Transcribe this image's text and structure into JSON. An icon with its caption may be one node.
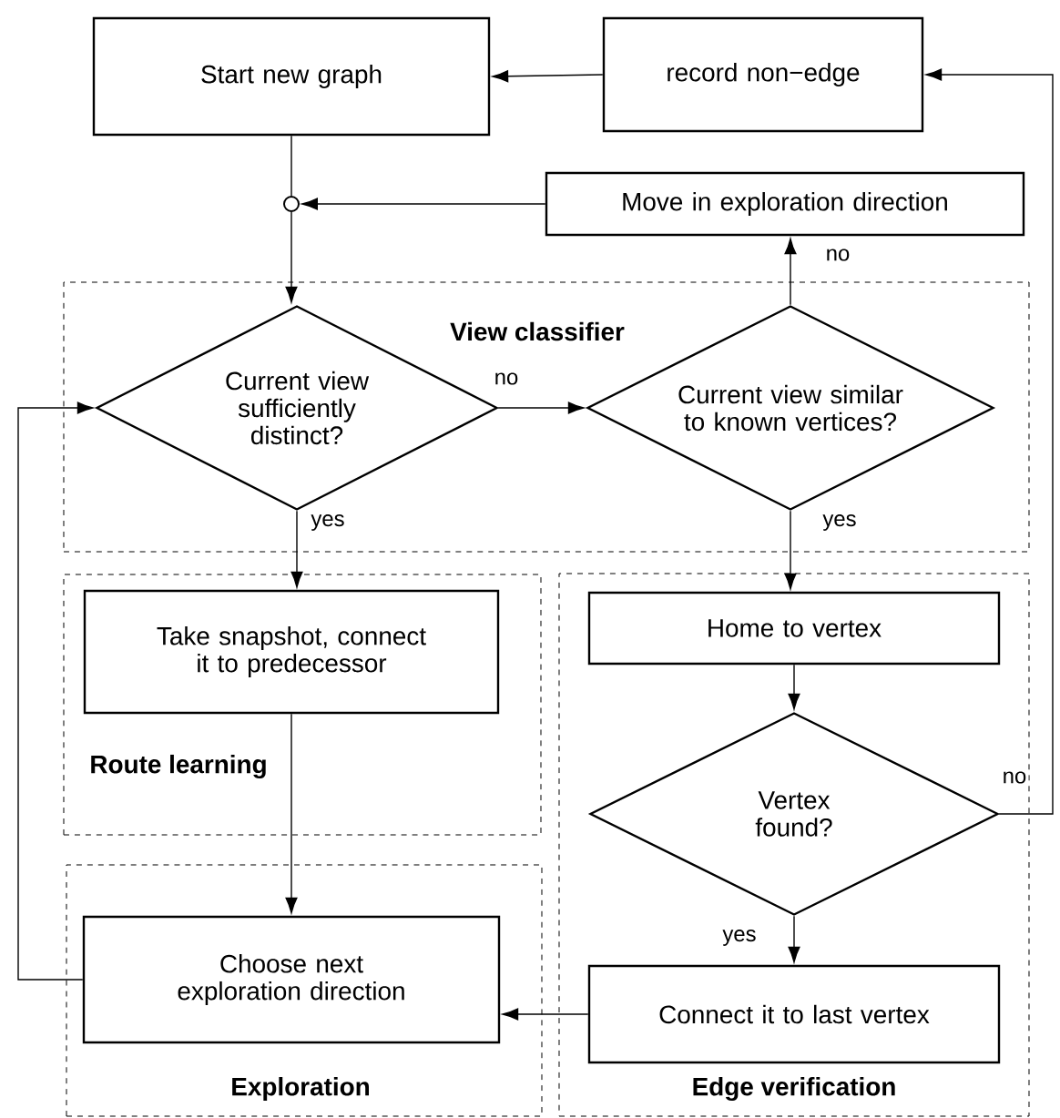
{
  "diagram": {
    "nodes": [
      {
        "text": [
          "Start new graph"
        ]
      },
      {
        "text": [
          "record non−edge"
        ]
      },
      {
        "text": [],
        "shape": "circle"
      },
      {
        "text": [
          "Move in exploration direction"
        ]
      },
      {
        "text": [
          "View classifier"
        ]
      },
      {
        "text": [
          "Current view sufficiently distinct?"
        ],
        "in": 4
      },
      {
        "text": [
          "Current view similar to known vertices?"
        ],
        "in": 4
      },
      {
        "text": [
          "Route learning"
        ]
      },
      {
        "text": [
          "Take snapshot, connect it to predecessor"
        ],
        "in": 7
      },
      {
        "text": [
          "Exploration"
        ]
      },
      {
        "text": [
          "Choose next exploration direction"
        ],
        "in": 9
      },
      {
        "text": [
          "Edge verification"
        ]
      },
      {
        "text": [
          "Home to vertex"
        ],
        "in": 11
      },
      {
        "text": [
          "Vertex found?"
        ],
        "in": 11
      },
      {
        "text": [
          "Connect it to last vertex"
        ],
        "in": 11
      }
    ],
    "edges": [
      {
        "from": 1,
        "to": 0,
        "arrow": "to"
      },
      {
        "from": 0,
        "to": 2,
        "arrow": "none"
      },
      {
        "from": 3,
        "to": 2,
        "arrow": "to"
      },
      {
        "from": 2,
        "to": 5,
        "arrow": "to"
      },
      {
        "from": 5,
        "to": 6,
        "arrow": "to",
        "label": "no"
      },
      {
        "from": 6,
        "to": 3,
        "arrow": "to",
        "label": "no"
      },
      {
        "from": 5,
        "to": 8,
        "arrow": "to",
        "label": "yes"
      },
      {
        "from": 6,
        "to": 12,
        "arrow": "to",
        "label": "yes"
      },
      {
        "from": 8,
        "to": 10,
        "arrow": "to"
      },
      {
        "from": 12,
        "to": 13,
        "arrow": "to"
      },
      {
        "from": 13,
        "to": 14,
        "arrow": "to",
        "label": "yes"
      },
      {
        "from": 13,
        "to": 1,
        "arrow": "to",
        "label": "no"
      },
      {
        "from": 14,
        "to": 10,
        "arrow": "to"
      },
      {
        "from": 10,
        "to": 5,
        "arrow": "to"
      }
    ]
  }
}
